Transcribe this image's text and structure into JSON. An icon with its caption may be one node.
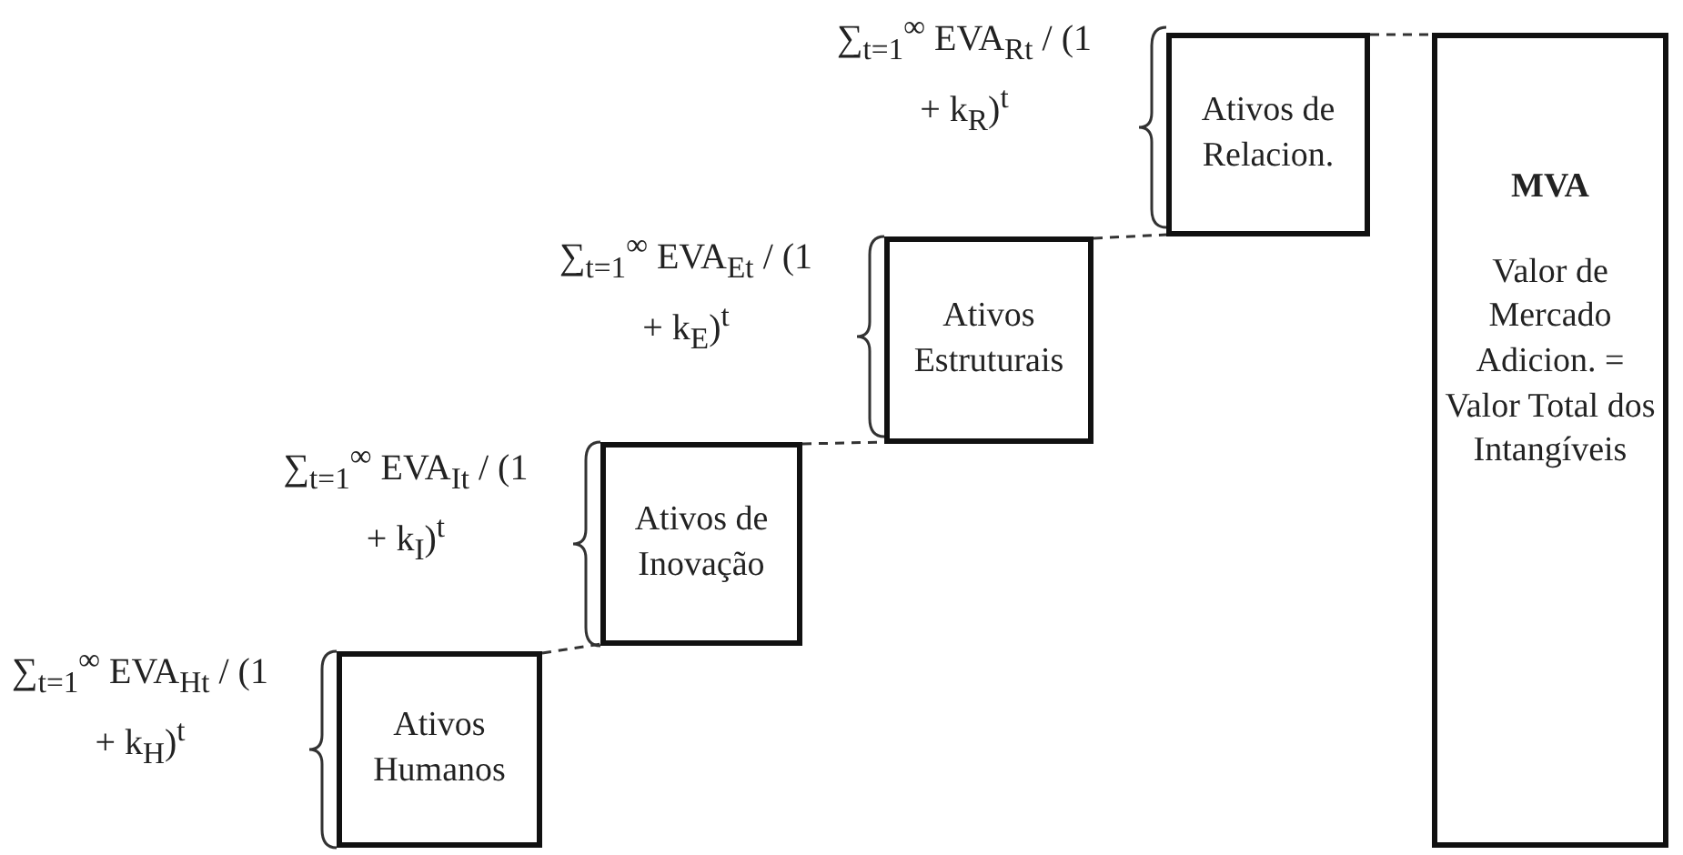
{
  "diagram": {
    "nodes": [
      {
        "text": [
          "Ativos Humanos"
        ],
        "beside": [
          "∑$_{t=1}$$^{∞}$ EVA$_{Ht}$ / (1 + k$_{H}$)$^{t}$"
        ]
      },
      {
        "text": [
          "Ativos de Inovação"
        ],
        "beside": [
          "∑$_{t=1}$$^{∞}$ EVA$_{It}$ / (1 + k$_{I}$)$^{t}$"
        ]
      },
      {
        "text": [
          "Ativos Estruturais"
        ],
        "beside": [
          "∑$_{t=1}$$^{∞}$ EVA$_{Et}$ / (1 + k$_{E}$)$^{t}$"
        ]
      },
      {
        "text": [
          "Ativos de Relacion."
        ],
        "beside": [
          "∑$_{t=1}$$^{∞}$ EVA$_{Rt}$ / (1 + k$_{R}$)$^{t}$"
        ]
      },
      {
        "text": [
          "MVA",
          "Valor de Mercado Adicion. = Valor Total dos Intangíveis"
        ]
      }
    ],
    "edges": [
      {
        "from": 0,
        "to": 1,
        "arrow": "none",
        "style": "dashed"
      },
      {
        "from": 1,
        "to": 2,
        "arrow": "none",
        "style": "dashed"
      },
      {
        "from": 2,
        "to": 3,
        "arrow": "none",
        "style": "dashed"
      },
      {
        "from": 3,
        "to": 4,
        "arrow": "none",
        "style": "dashed"
      }
    ]
  }
}
